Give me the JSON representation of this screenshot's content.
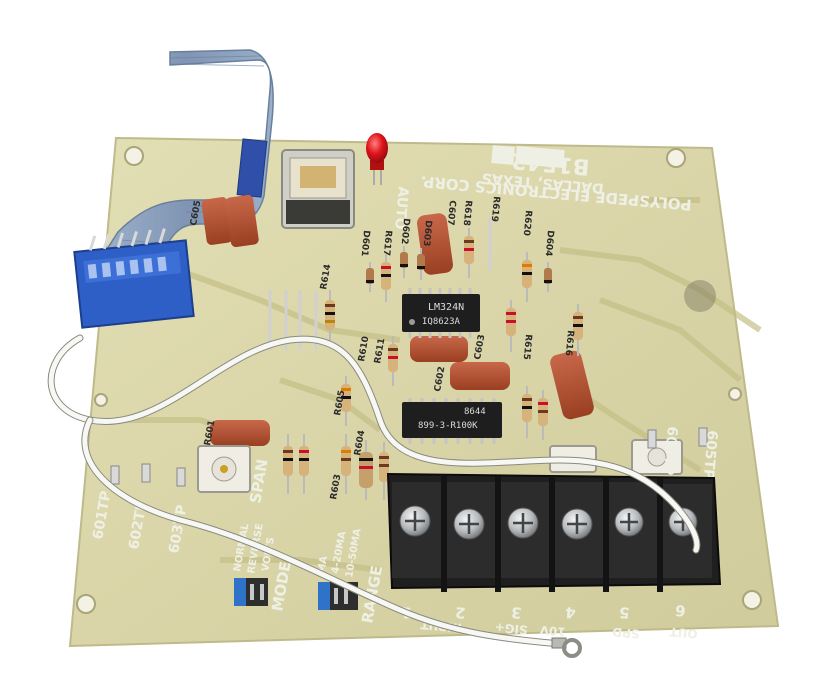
{
  "board": {
    "company_line1": "POLYSPEDE ELECTRONICS CORP.",
    "company_line2": "DALLAS, TEXAS",
    "part_number": "B1542-",
    "auto_label": "AUTO"
  },
  "chips": {
    "u1_line1": "LM324N",
    "u1_line2": "IQ8623A",
    "u2_line1": "8644",
    "u2_line2": "899-3-R100K"
  },
  "test_points": {
    "tp601": "601TP",
    "tp602": "602TP",
    "tp603": "603TP",
    "tp604": "604TP",
    "tp605": "605TP"
  },
  "trim_labels": {
    "span": "SPAN",
    "mode": "MODE",
    "range": "RANGE"
  },
  "jumper_labels": {
    "normal": "NORMAL",
    "reverse": "REVERSE",
    "volts": "VOLTS",
    "ma_4_20": "4-20MA",
    "ma_10_50": "10-50MA",
    "ma": "MA"
  },
  "terminal_labels": {
    "input": "INPUT",
    "sig_plus": "SIG+",
    "ten_v": "10V",
    "spd": "SPD",
    "out": "OUT",
    "n1": "1",
    "n2": "2",
    "n3": "3",
    "n4": "4",
    "n5": "5",
    "n6": "6"
  },
  "ref_labels": {
    "d601": "D601",
    "d602": "D602",
    "d603": "D603",
    "d604": "D604",
    "r601": "R601",
    "r603": "R603",
    "r604": "R604",
    "r605": "R605",
    "r610": "R610",
    "r611": "R611",
    "r614": "R614",
    "r615": "R615",
    "r616": "R616",
    "r617": "R617",
    "r618": "R618",
    "r619": "R619",
    "r620": "R620",
    "c602": "C602",
    "c603": "C603",
    "c605": "C605",
    "c607": "C607"
  },
  "colors": {
    "board": "#d8d5a6",
    "board_edge": "#c6c196",
    "trace": "#c9c490",
    "terminal": "#1f1f1f",
    "screw": "#b8bcbf",
    "capacitor": "#b3502f",
    "ribbon": "#8fa2bd",
    "dip_switch": "#2e5fc6",
    "led": "#e0141c"
  }
}
